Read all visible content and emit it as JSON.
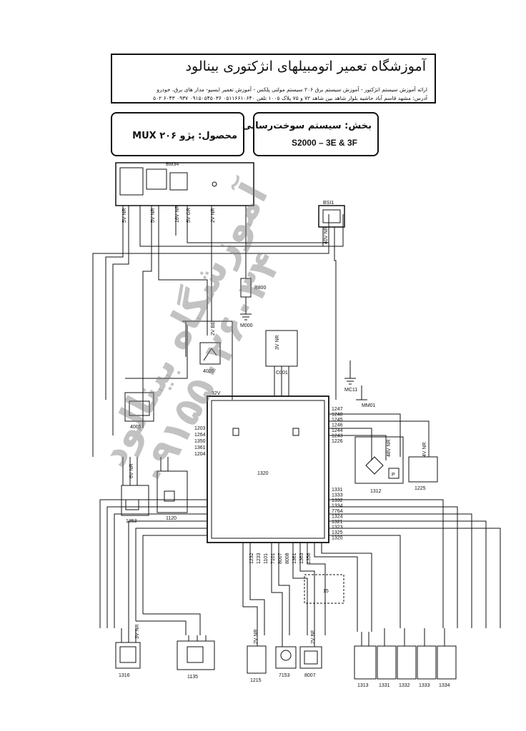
{
  "header": {
    "title": "آموزشگاه تعمیر اتومبیلهای انژکتوری بینالود",
    "line1": "ارائه آموزش سیستم انژکتور - آموزش سیستم برق ۲۰۶ سیستم مولتی پلکس - آموزش تعمیر ایسیو- مدار های برق، خودرو",
    "line2": "آدرس: مشهد قاسم آباد حاشیه بلوار شاهد بین شاهد ۷۲ و ۷۵ پلاک ۱۰۰۵ تلفن ۰۵۱۱۶۶۱۰۶۴۰ ۰۹۱۵۰۵۴۵۰۳۶ ۰۹۳۷ ۶۰۴۳ ۵۰۲"
  },
  "product": {
    "text": "محصول: پژو ۲۰۶ MUX"
  },
  "section": {
    "line1": "بخش: سیستم سوخت‌رسانی",
    "line2": "S2000 – 3E & 3F"
  },
  "watermark": {
    "line1": "آموزشگاه بینالود",
    "line2": "۰۹۱۵۵۰۲۶۰۳۴"
  },
  "components": {
    "bm34": "BM34",
    "bsi1": "BSI1",
    "b800": "B800",
    "m000": "M000",
    "c001": "C001",
    "mc11": "MC11",
    "mm01": "MM01",
    "ecu": "1320",
    "c4005": "4005",
    "c4020": "4020",
    "c1312": "1312",
    "c1225": "1225",
    "c1353": "1353",
    "c1120": "1120",
    "c1316": "1316",
    "c1135": "1135",
    "c1215": "1215",
    "c7153": "7153",
    "c8007": "8007",
    "c1313": "1313",
    "c1331": "1331",
    "c1332": "1332",
    "c1333": "1333",
    "c1334": "1334",
    "c15": "15",
    "p_label": "P"
  },
  "wires": {
    "w1": "5V NR",
    "w2": "5V NR",
    "w3": "16V NR",
    "w4": "5V GR",
    "w5": "2V NR",
    "w6": "40V NR",
    "w7": "3V NR",
    "w8": "2V BE",
    "w9": "32V",
    "w10": "6V NR",
    "w11": "48V NR",
    "w12": "4V NR",
    "w13": "2V NR",
    "w14": "2V BE",
    "w15": "3V NR"
  },
  "pins": {
    "ecu_left": [
      "1203",
      "1264",
      "1350",
      "1361",
      "1204"
    ],
    "ecu_right": [
      "1247",
      "1248",
      "1245",
      "1246",
      "1244",
      "1243",
      "1226"
    ],
    "ecu_right_low": [
      "1331",
      "1333",
      "1332",
      "1334",
      "7764",
      "1324",
      "1321",
      "1323",
      "1325",
      "1320"
    ],
    "ecu_bottom": [
      "1232",
      "1233",
      "1101",
      "7101",
      "8007",
      "8008",
      "1361",
      "1363",
      "1356"
    ]
  }
}
